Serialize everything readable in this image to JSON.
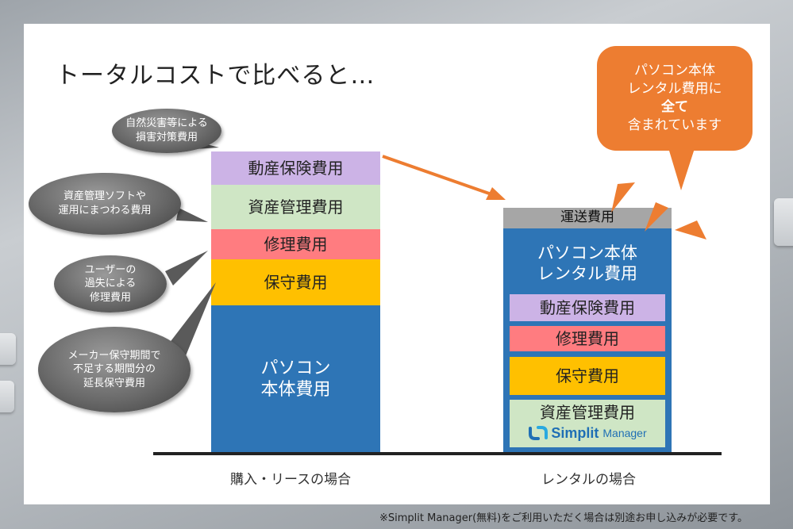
{
  "title": "トータルコストで比べると…",
  "purchase_bar": {
    "segments": [
      {
        "label": "動産保険費用",
        "color": "#ccb3e6"
      },
      {
        "label": "資産管理費用",
        "color": "#cfe6c5"
      },
      {
        "label": "修理費用",
        "color": "#ff7c80"
      },
      {
        "label": "保守費用",
        "color": "#ffc000"
      },
      {
        "label": "パソコン\n本体費用",
        "color": "#2e75b6"
      }
    ],
    "caption": "購入・リースの場合"
  },
  "rental_bar": {
    "shipping_label": "運送費用",
    "shipping_color": "#a6a6a6",
    "main_label": "パソコン本体\nレンタル費用",
    "main_color": "#2e75b6",
    "inner_segments": [
      {
        "label": "動産保険費用",
        "color": "#ccb3e6"
      },
      {
        "label": "修理費用",
        "color": "#ff7c80"
      },
      {
        "label": "保守費用",
        "color": "#ffc000"
      },
      {
        "label": "資産管理費用",
        "color": "#cfe6c5"
      }
    ],
    "logo_text": "Simplit",
    "logo_sub": "Manager",
    "caption": "レンタルの場合"
  },
  "bubbles": [
    {
      "text": "自然災害等による\n損害対策費用"
    },
    {
      "text": "資産管理ソフトや\n運用にまつわる費用"
    },
    {
      "text": "ユーザーの\n過失による\n修理費用"
    },
    {
      "text": "メーカー保守期間で\n不足する期間分の\n延長保守費用"
    }
  ],
  "callout": {
    "line1": "パソコン本体",
    "line2": "レンタル費用に",
    "line3": "全て",
    "line4": "含まれています"
  },
  "footnote": "※Simplit Manager(無料)をご利用いただく場合は別途お申し込みが必要です。",
  "colors": {
    "accent_orange": "#ed7d31",
    "axis": "#222222"
  }
}
